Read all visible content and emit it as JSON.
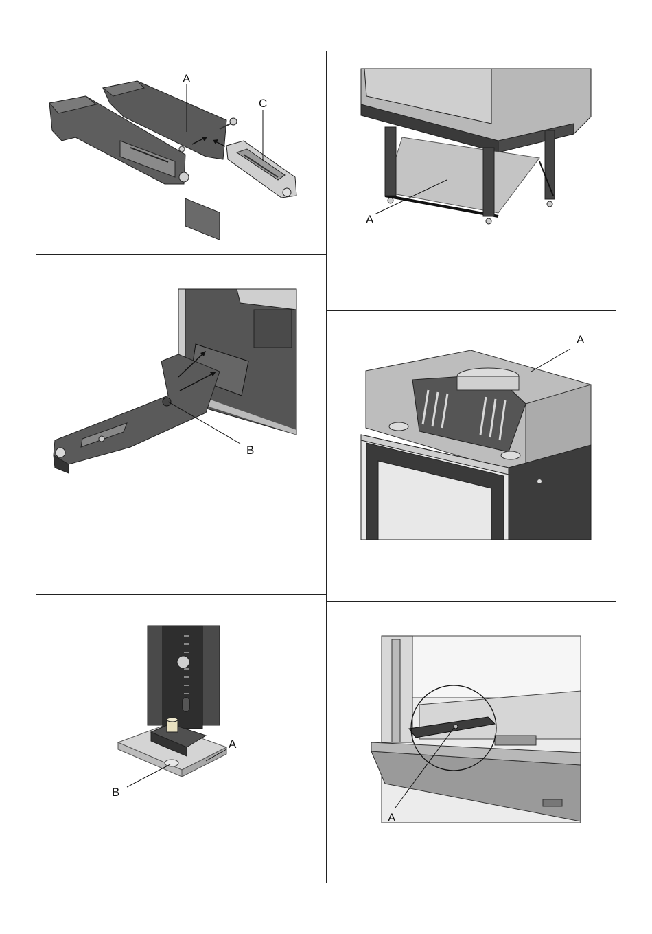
{
  "panels": {
    "p1": {
      "label_a": "A",
      "label_c": "C"
    },
    "p2": {
      "label_a": "A"
    },
    "p3": {
      "label_b": "B"
    },
    "p4": {
      "label_a": "A"
    },
    "p5": {
      "label_a": "A",
      "label_b": "B"
    },
    "p6": {
      "label_a": "A"
    }
  }
}
